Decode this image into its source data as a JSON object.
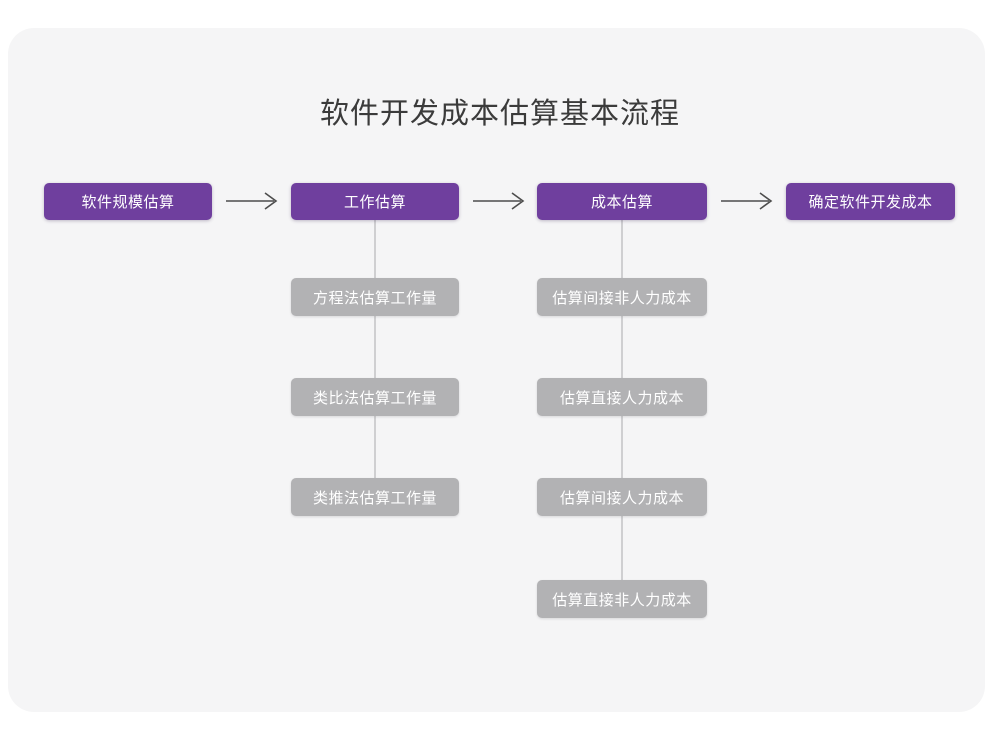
{
  "page": {
    "title": "软件开发成本估算基本流程",
    "background_color": "#ffffff",
    "card_color": "#f5f5f6",
    "title_color": "#3b3b3b"
  },
  "theme": {
    "primary_color": "#6f3f9e",
    "secondary_color": "#b2b2b4",
    "connector_color": "#cfcfd1",
    "arrow_color": "#4d4d4d",
    "node_text_color": "#ffffff"
  },
  "flow": {
    "arrow_glyph": "long-right-arrow-icon",
    "stages": [
      {
        "id": "stage-1",
        "label": "软件规模估算",
        "substeps": []
      },
      {
        "id": "stage-2",
        "label": "工作估算",
        "substeps": [
          "方程法估算工作量",
          "类比法估算工作量",
          "类推法估算工作量"
        ]
      },
      {
        "id": "stage-3",
        "label": "成本估算",
        "substeps": [
          "估算间接非人力成本",
          "估算直接人力成本",
          "估算间接人力成本",
          "估算直接非人力成本"
        ]
      },
      {
        "id": "stage-4",
        "label": "确定软件开发成本",
        "substeps": []
      }
    ],
    "arrows": [
      {
        "from": "stage-1",
        "to": "stage-2"
      },
      {
        "from": "stage-2",
        "to": "stage-3"
      },
      {
        "from": "stage-3",
        "to": "stage-4"
      }
    ]
  }
}
